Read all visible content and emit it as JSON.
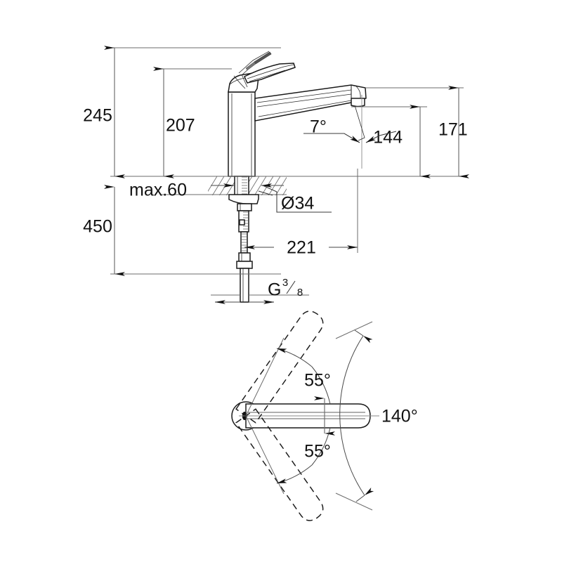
{
  "drawing": {
    "title": "Kitchen mixer tap technical dimension drawing",
    "units": "mm",
    "background_color": "#ffffff",
    "line_color": "#1a1a1a",
    "dim_color": "#6b6b6b",
    "views": [
      {
        "name": "side-elevation",
        "label": "Side elevation with vertical and horizontal dimensions"
      },
      {
        "name": "top-swivel-plan",
        "label": "Plan view showing spout swivel range"
      }
    ]
  },
  "elevation": {
    "dimensions": {
      "total_height": "245",
      "spout_base_height": "207",
      "counter_thickness": "max.60",
      "supply_length": "450",
      "spout_outlet_height": "144",
      "spout_top_height": "171",
      "spout_reach": "221",
      "hole_diameter": "Ø34",
      "spout_angle": "7°",
      "thread_label_prefix": "G",
      "thread_numerator": "3",
      "thread_denominator": "8",
      "thread_full": "G 3/8"
    }
  },
  "plan": {
    "dimensions": {
      "swivel_upper": "55°",
      "swivel_lower": "55°",
      "swivel_total": "140°"
    }
  }
}
